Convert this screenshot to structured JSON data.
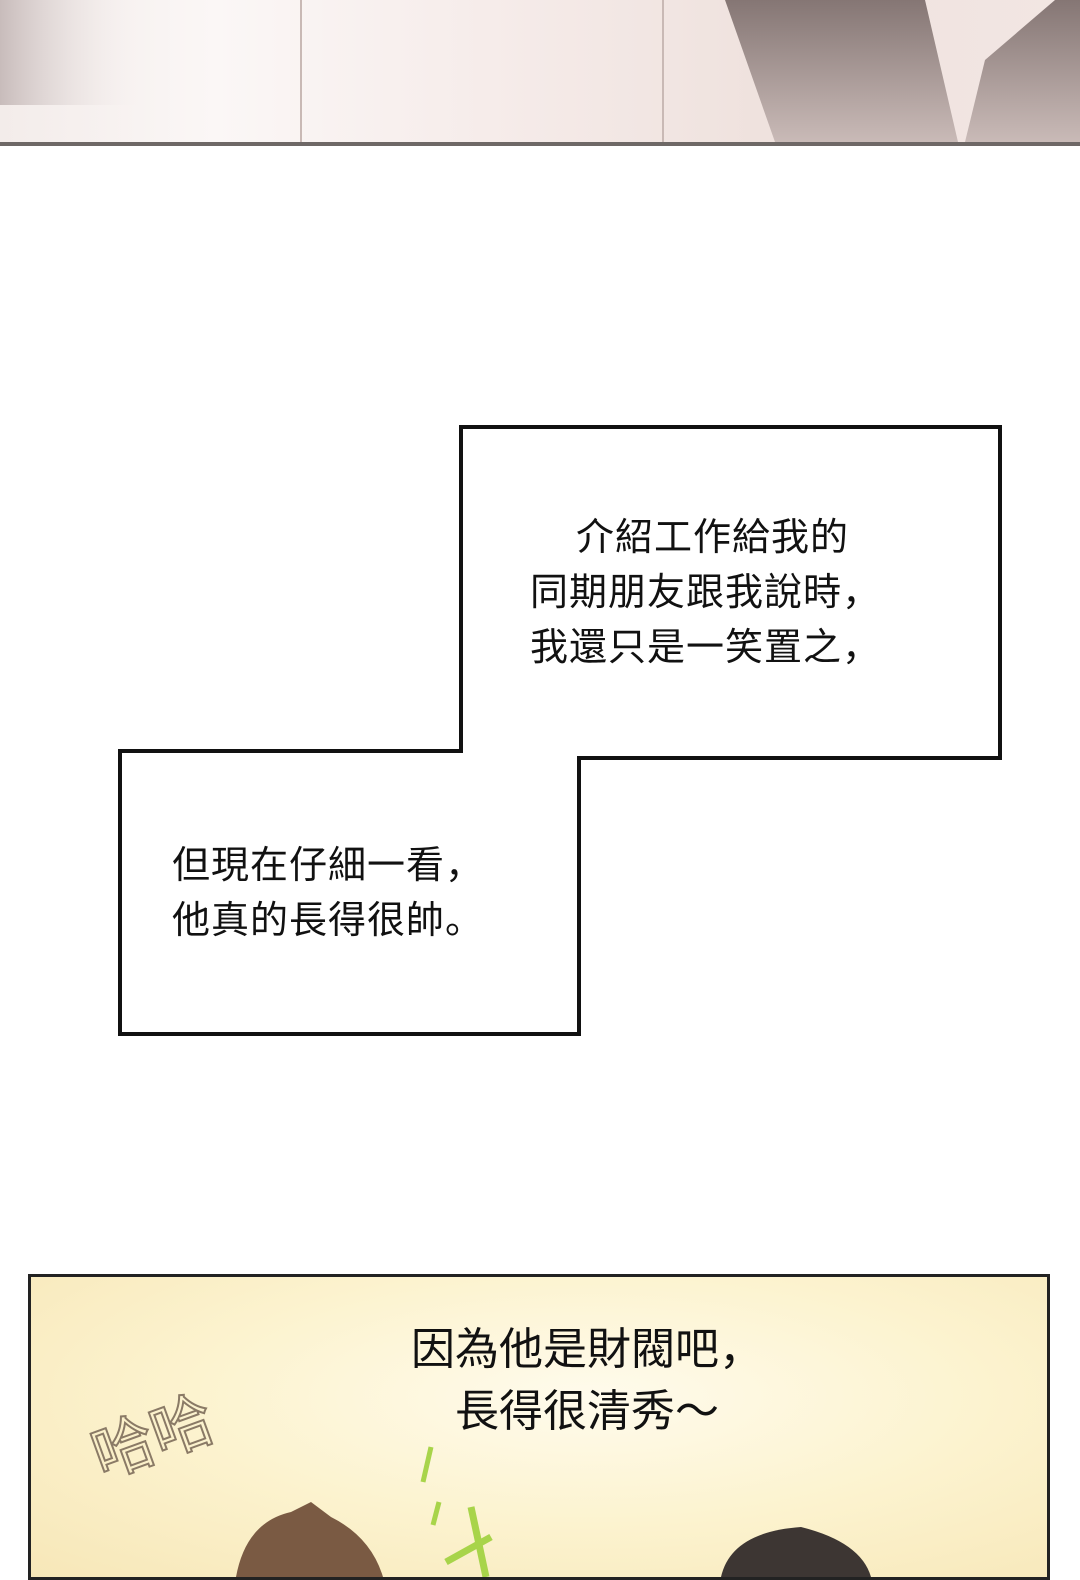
{
  "captions": {
    "upper": [
      "介紹工作給我的",
      "同期朋友跟我說時，",
      "我還只是一笑置之，"
    ],
    "lower": [
      "但現在仔細一看，",
      "他真的長得很帥。"
    ]
  },
  "bottom_panel": {
    "speech": [
      "因為他是財閥吧，",
      "長得很清秀～"
    ],
    "sfx_laugh": "哈哈"
  },
  "colors": {
    "panel_bg": "#fcf3cf",
    "border": "#222222",
    "sfx_green": "#a8d44a"
  }
}
